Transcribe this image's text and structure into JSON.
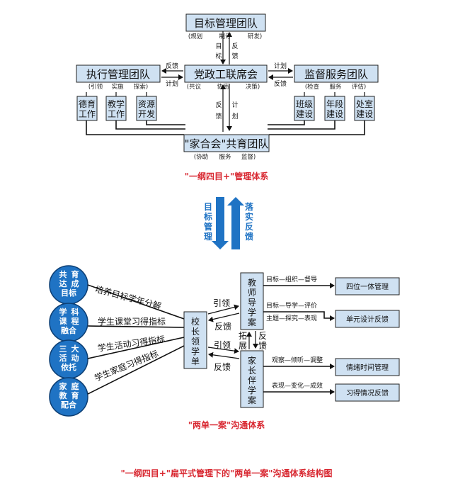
{
  "top": {
    "goal_team": "目标管理团队",
    "goal_sub": [
      "(规划",
      "制订",
      "研发)"
    ],
    "goal_arrow_down": "目标",
    "goal_arrow_up": "反馈",
    "exec_team": "执行管理团队",
    "exec_sub": [
      "(引领",
      "实施",
      "探索)"
    ],
    "exec_children": [
      [
        "德育",
        "工作"
      ],
      [
        "教学",
        "工作"
      ],
      [
        "资源",
        "开发"
      ]
    ],
    "council": "党政工联席会",
    "council_sub": [
      "(共议",
      "协商",
      "决策)"
    ],
    "left_feedback": "反馈",
    "left_plan": "计划",
    "right_plan": "计划",
    "right_feedback": "反馈",
    "super_team": "监督服务团队",
    "super_sub": [
      "(检查",
      "服务",
      "评估)"
    ],
    "super_children": [
      [
        "班级",
        "建设"
      ],
      [
        "年段",
        "建设"
      ],
      [
        "处室",
        "建设"
      ]
    ],
    "bottom_up": "反馈",
    "bottom_down": "计划",
    "family_team": "\"家合会\"共育团队",
    "family_sub": [
      "(协助",
      "服务",
      "监督)"
    ],
    "caption": "\"一纲四目+\"管理体系"
  },
  "middle": {
    "left_arrow": [
      "目",
      "标",
      "管",
      "理"
    ],
    "right_arrow": [
      "落",
      "实",
      "反",
      "馈"
    ]
  },
  "bottom": {
    "circles": [
      [
        "共",
        "育",
        "达",
        "成",
        "目标"
      ],
      [
        "学",
        "科",
        "课",
        "程",
        "融合"
      ],
      [
        "三",
        "大",
        "活",
        "动",
        "依托"
      ],
      [
        "家",
        "庭",
        "教",
        "育",
        "配合"
      ]
    ],
    "links": [
      "培养目标学年分解",
      "学生课堂习得指标",
      "学生活动习得指标",
      "学生家庭习得指标"
    ],
    "principal": [
      "校",
      "长",
      "领",
      "学",
      "单"
    ],
    "upper_lead": "引领",
    "upper_feedback": "反馈",
    "lower_lead": "引领",
    "lower_feedback": "反馈",
    "teacher": [
      "教",
      "师",
      "导",
      "学",
      "案"
    ],
    "parent": [
      "家",
      "长",
      "伴",
      "学",
      "案"
    ],
    "expand": [
      "拓",
      "展"
    ],
    "vfeedback": [
      "反",
      "馈"
    ],
    "teacher_lines": [
      "目标—组织—督导",
      "目标—导学—评价",
      "主题—探究—表现"
    ],
    "parent_lines": [
      "观察—倾听—调整",
      "表现—变化—成效"
    ],
    "results": [
      "四位一体管理",
      "单元设计反馈",
      "情绪时间管理",
      "习得情况反馈"
    ],
    "caption": "\"两单一案\"沟通体系"
  },
  "footer": "\"一纲四目+\"扁平式管理下的\"两单一案\"沟通体系结构图"
}
